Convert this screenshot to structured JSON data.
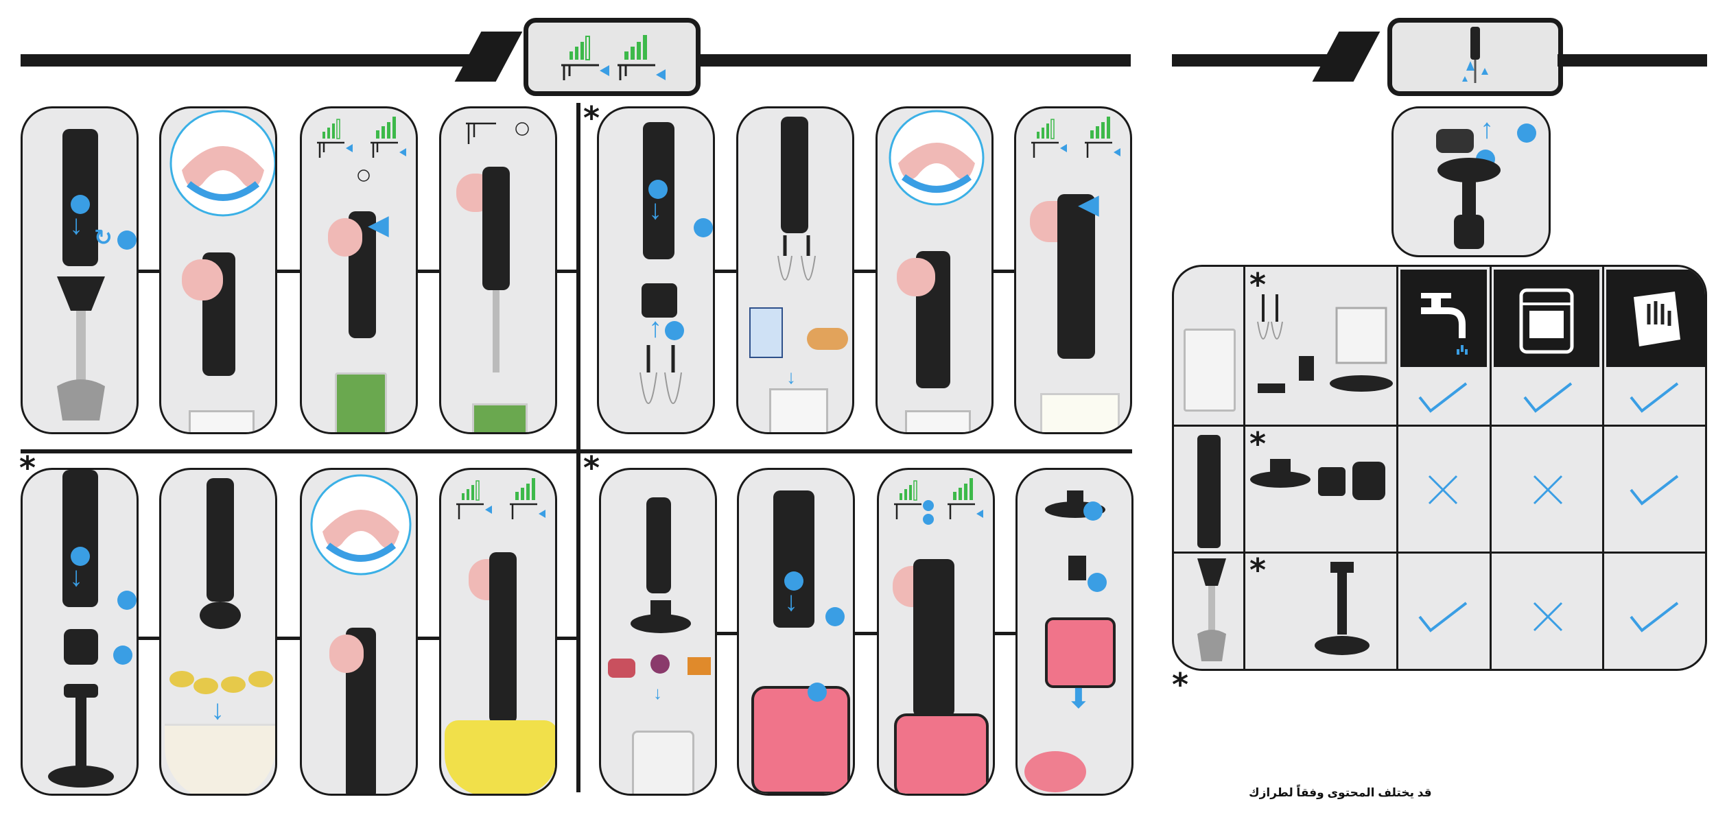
{
  "colors": {
    "accent": "#3a9ee4",
    "dark": "#1a1a1a",
    "panel": "#e9e9ea",
    "signal": "#3db94a",
    "hand": "#f0b9b6"
  },
  "footer": {
    "note": "قد يختلف المحتوى وفقاً لطرازك"
  },
  "sections": {
    "main_star_labels": [
      "*",
      "*",
      "*"
    ],
    "side_star_labels": [
      "*",
      "*"
    ]
  },
  "table": {
    "star_labels": [
      "*",
      "*",
      "*"
    ],
    "header_icons": [
      "faucet-icon",
      "dishwasher-icon",
      "hand-wipe-icon"
    ],
    "rows": [
      {
        "part": "beaker",
        "marks": [
          "check",
          "check",
          "check"
        ]
      },
      {
        "part": "motor-unit",
        "marks": [
          "cross",
          "cross",
          "check"
        ]
      },
      {
        "part": "blender-foot",
        "marks": [
          "check",
          "cross",
          "check"
        ]
      }
    ]
  }
}
